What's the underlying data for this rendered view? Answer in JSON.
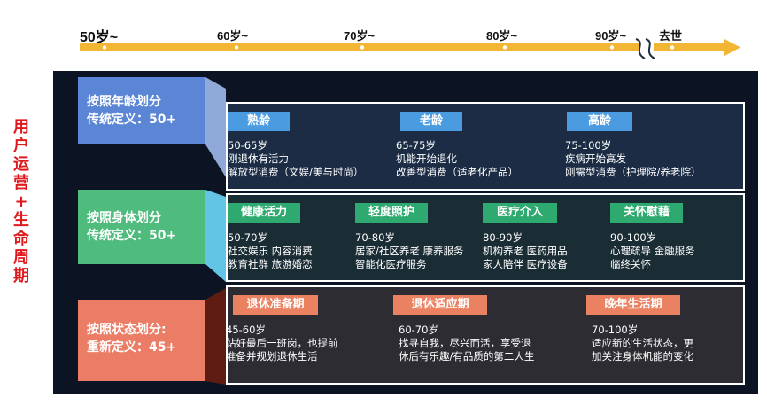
{
  "timeline": {
    "ticks": [
      "50岁~",
      "60岁~",
      "70岁~",
      "80岁~",
      "90岁~",
      "去世"
    ],
    "color": "#f2b632"
  },
  "side_title": [
    "用",
    "户",
    "运",
    "营",
    "+",
    "生",
    "命",
    "周",
    "期"
  ],
  "rows": [
    {
      "label_line1": "按照年龄划分",
      "label_line2": "传统定义：50+",
      "color": "#5b86d6",
      "tags": [
        {
          "text": "熟龄",
          "lines": [
            "50-65岁",
            "刚退休有活力",
            "解放型消费（文娱/美与时尚）"
          ]
        },
        {
          "text": "老龄",
          "lines": [
            "65-75岁",
            "机能开始退化",
            "改善型消费（适老化产品）"
          ]
        },
        {
          "text": "高龄",
          "lines": [
            "75-100岁",
            "疾病开始高发",
            "刚需型消费（护理院/养老院）"
          ]
        }
      ]
    },
    {
      "label_line1": "按照身体划分",
      "label_line2": "传统定义：50+",
      "color": "#4fbb7c",
      "tags": [
        {
          "text": "健康活力",
          "lines": [
            "50-70岁",
            "社交娱乐 内容消费",
            "教育社群 旅游婚恋"
          ]
        },
        {
          "text": "轻度照护",
          "lines": [
            "70-80岁",
            "居家/社区养老 康养服务",
            "智能化医疗服务"
          ]
        },
        {
          "text": "医疗介入",
          "lines": [
            "80-90岁",
            "机构养老 医药用品",
            "家人陪伴 医疗设备"
          ]
        },
        {
          "text": "关怀慰藉",
          "lines": [
            "90-100岁",
            "心理疏导 金融服务",
            "临终关怀"
          ]
        }
      ]
    },
    {
      "label_line1": "按照状态划分:",
      "label_line2": "重新定义：45+",
      "color": "#eb7d66",
      "tags": [
        {
          "text": "退休准备期",
          "lines": [
            "45-60岁",
            "站好最后一班岗，也提前",
            "准备并规划退休生活"
          ]
        },
        {
          "text": "退休适应期",
          "lines": [
            "60-70岁",
            "找寻自我，尽兴而活，享受退",
            "休后有乐趣/有品质的第二人生"
          ]
        },
        {
          "text": "晚年生活期",
          "lines": [
            "70-100岁",
            "适应新的生活状态，更",
            "加关注身体机能的变化"
          ]
        }
      ]
    }
  ]
}
